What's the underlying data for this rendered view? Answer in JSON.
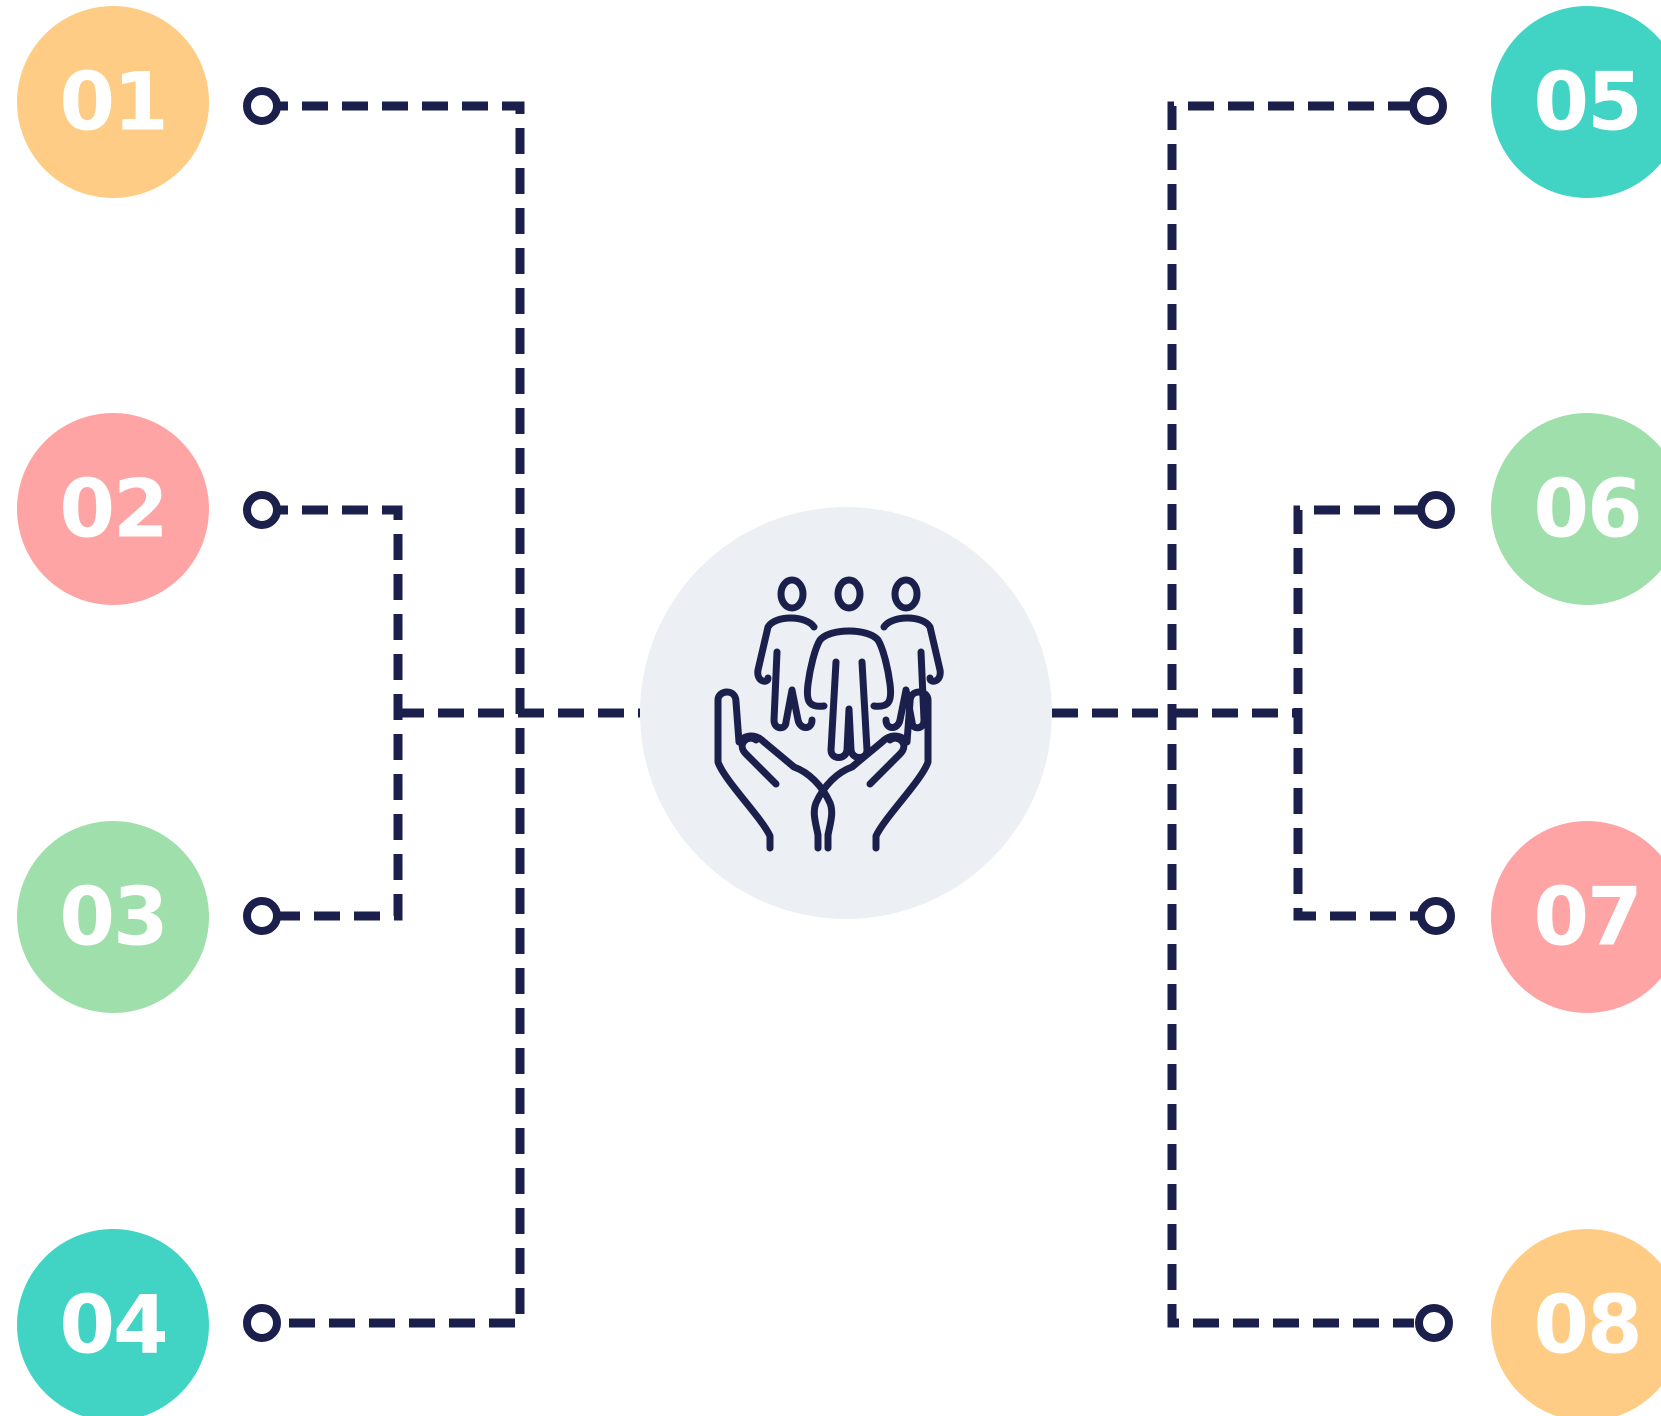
{
  "diagram": {
    "center": {
      "icon": "family-in-hands-icon",
      "fill": "#eceff3"
    },
    "line_color": "#1b1f4b",
    "nodes": [
      {
        "label": "01",
        "color": "#ffcc85"
      },
      {
        "label": "02",
        "color": "#ffa4a4"
      },
      {
        "label": "03",
        "color": "#9fdfab"
      },
      {
        "label": "04",
        "color": "#41d4c4"
      },
      {
        "label": "05",
        "color": "#41d4c4"
      },
      {
        "label": "06",
        "color": "#9fdfab"
      },
      {
        "label": "07",
        "color": "#ffa4a4"
      },
      {
        "label": "08",
        "color": "#ffcc85"
      }
    ]
  }
}
